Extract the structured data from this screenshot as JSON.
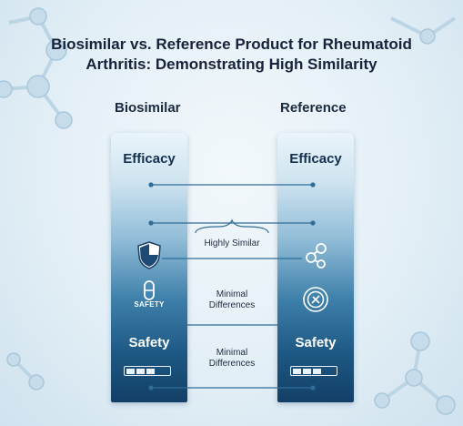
{
  "title": {
    "line1": "Biosimilar vs. Reference Product for Rheumatoid",
    "line2": "Arthritis: Demonstrating High Similarity"
  },
  "columns": {
    "left": "Biosimilar",
    "right": "Reference"
  },
  "pillar_labels": {
    "efficacy": "Efficacy",
    "safety": "Safety",
    "safety_small": "SAFETY"
  },
  "comparisons": {
    "highly_similar": "Highly Similar",
    "minimal_line1": "Minimal",
    "minimal_line2": "Differences"
  },
  "icons": {
    "left": [
      "shield-icon",
      "capsule-icon",
      "progress-bar-icon"
    ],
    "right": [
      "molecule-icon",
      "antibody-circle-icon",
      "progress-bar-icon"
    ]
  },
  "colors": {
    "connector": "#2f6d97",
    "pillar_dark": "#133f66",
    "title": "#16233a"
  }
}
